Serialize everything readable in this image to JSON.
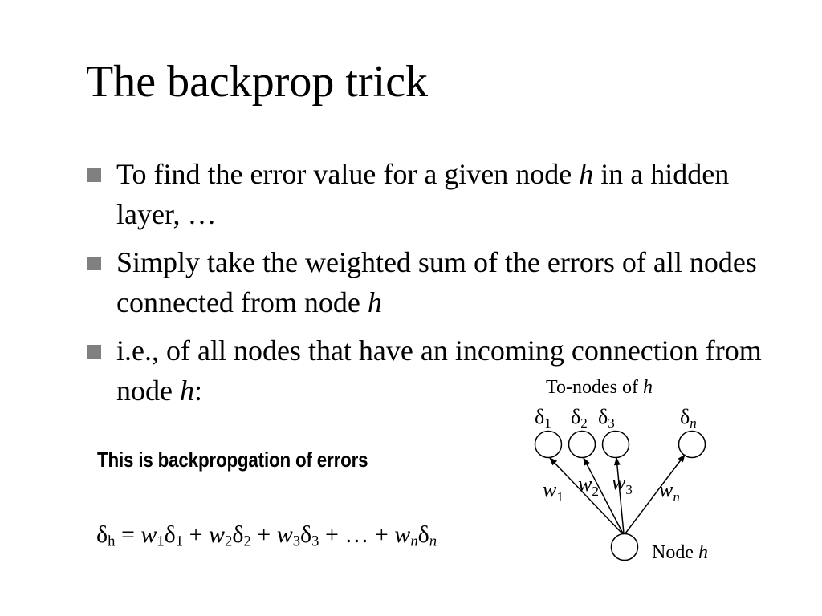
{
  "slide": {
    "title": "The backprop trick",
    "bullets": [
      {
        "text_before": "To find the error value for a given node ",
        "var": "h",
        "text_after": " in a hidden layer, …"
      },
      {
        "text_before": "Simply take the weighted sum of the errors of all nodes connected from node ",
        "var": "h",
        "text_after": ""
      },
      {
        "text_before": "i.e., of all nodes that have an incoming connection from node ",
        "var": "h",
        "text_after": ":"
      }
    ],
    "emphasis": "This is backpropgation of errors"
  },
  "formula": {
    "lhs_symbol": "δ",
    "lhs_sub": "h",
    "equals": "=",
    "terms": [
      {
        "w": "w",
        "wsub": "1",
        "d": "δ",
        "dsub": "1"
      },
      {
        "w": "w",
        "wsub": "2",
        "d": "δ",
        "dsub": "2"
      },
      {
        "w": "w",
        "wsub": "3",
        "d": "δ",
        "dsub": "3"
      }
    ],
    "plus": "+",
    "ellipsis": "…",
    "last_term": {
      "w": "w",
      "wsub": "n",
      "d": "δ",
      "dsub": "n"
    }
  },
  "diagram": {
    "caption_prefix": "To-nodes of ",
    "caption_var": "h",
    "delta_symbol": "δ",
    "delta_subs": [
      "1",
      "2",
      "3",
      "n"
    ],
    "weight_symbol": "w",
    "weight_subs": [
      "1",
      "2",
      "3",
      "n"
    ],
    "node_label_prefix": "Node ",
    "node_label_var": "h"
  }
}
